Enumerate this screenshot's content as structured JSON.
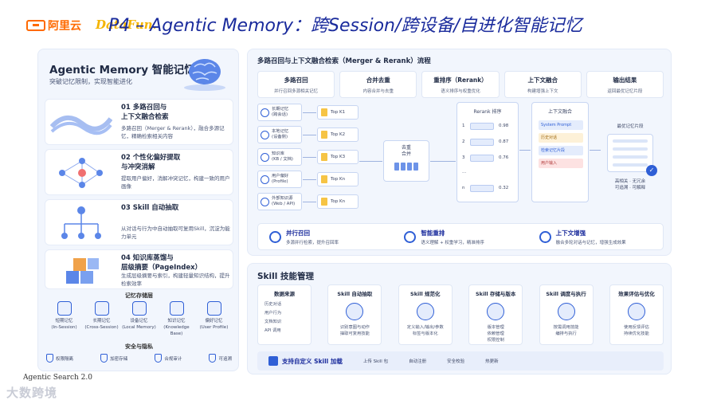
{
  "header": {
    "logo_aliyun": "阿里云",
    "logo_datafun": "DataFun.",
    "title": "P4 – Agentic Memory：跨Session/跨设备/自进化智能记忆"
  },
  "left": {
    "title": "Agentic Memory 智能记忆",
    "subtitle": "突破记忆限制，实现智能进化",
    "features": [
      {
        "title": "01  多路召回与\n上下文融合检索",
        "desc": "多路召回（Merger & Rerank），融合多源记忆，精确检索相关内容"
      },
      {
        "title": "02  个性化偏好提取\n与冲突消解",
        "desc": "提取用户偏好，消解冲突记忆，构建一致的用户画像"
      },
      {
        "title": "03  Skill 自动抽取",
        "desc": "从对话与行为中自动抽取可复用Skill，沉淀为能力单元"
      },
      {
        "title": "04  知识库蒸馏与\n层级摘要（PageIndex）",
        "desc": "生成层级摘要与索引，构建轻量知识结构，提升检索效率"
      }
    ],
    "memory_title": "记忆存储层",
    "memory_items": [
      "短期记忆\n(In-Session)",
      "长期记忆\n(Cross-Session)",
      "设备记忆\n(Local Memory)",
      "知识记忆\n(Knowledge Base)",
      "偏好记忆\n(User Profile)"
    ],
    "security_title": "安全与隐私",
    "security_items": [
      "权限隔离",
      "加密存储",
      "合规审计",
      "可追溯"
    ]
  },
  "retrieval": {
    "title": "多路召回与上下文融合检索（Merger & Rerank）流程",
    "stages": [
      {
        "title": "多路召回",
        "desc": "并行召回多源相关记忆"
      },
      {
        "title": "合并去重",
        "desc": "内容合并与去重"
      },
      {
        "title": "重排序（Rerank）",
        "desc": "语义排序与权重优化"
      },
      {
        "title": "上下文融合",
        "desc": "构建增强上下文"
      },
      {
        "title": "输出结果",
        "desc": "返回最优记忆片段"
      }
    ],
    "sources": [
      "长期记忆\n(跨会话)",
      "本地记忆\n(设备侧)",
      "知识库\n(KB / 文档)",
      "用户偏好\n(Profile)",
      "外部知识源\n(Web / API)"
    ],
    "topk": [
      "Top K1",
      "Top K2",
      "Top K3",
      "Top Kn",
      "Top Kn"
    ],
    "merge_label": "去重\n合并",
    "rerank_title": "Rerank 排序",
    "rerank_rows": [
      {
        "n": "1",
        "score": "0.98"
      },
      {
        "n": "2",
        "score": "0.87"
      },
      {
        "n": "3",
        "score": "0.76"
      },
      {
        "n": "...",
        "score": ""
      },
      {
        "n": "n",
        "score": "0.32"
      }
    ],
    "fusion_title": "上下文融合",
    "fusion_blocks": [
      "System Prompt",
      "历史对话",
      "检索记忆片段",
      "用户输入"
    ],
    "output_title": "最优记忆片段",
    "output_desc": "高相关 · 无冗余\n可追溯 · 可解释",
    "benefits": [
      {
        "title": "并行召回",
        "desc": "多源并行检索，提升召回率"
      },
      {
        "title": "智能重排",
        "desc": "语义理解 + 权重学习，精准排序"
      },
      {
        "title": "上下文增强",
        "desc": "融合多轮对话与记忆，增强生成效果"
      }
    ]
  },
  "skill": {
    "title": "Skill 技能管理",
    "steps": [
      {
        "title": "数据来源",
        "items": [
          "历史对话",
          "用户行为",
          "文档知识",
          "API 调用"
        ]
      },
      {
        "title": "Skill 自动抽取",
        "desc": "识别意图与动作\n抽取可复用技能"
      },
      {
        "title": "Skill 规范化",
        "desc": "定义输入/输出/参数\n标签与版本化"
      },
      {
        "title": "Skill 存储与版本",
        "desc": "版本管理\n依赖管理\n权限控制"
      },
      {
        "title": "Skill 调度与执行",
        "desc": "按需调用技能\n编排与执行"
      },
      {
        "title": "效果评估与优化",
        "desc": "使用反馈评估\n持续优化技能"
      }
    ],
    "bar_main": "支持自定义 Skill 加载",
    "bar_items": [
      "上传 Skill 包",
      "自动注册",
      "安全校验",
      "热更新"
    ]
  },
  "footer": {
    "line1": "Agentic Search 2.0",
    "watermark": "大数跨境"
  }
}
